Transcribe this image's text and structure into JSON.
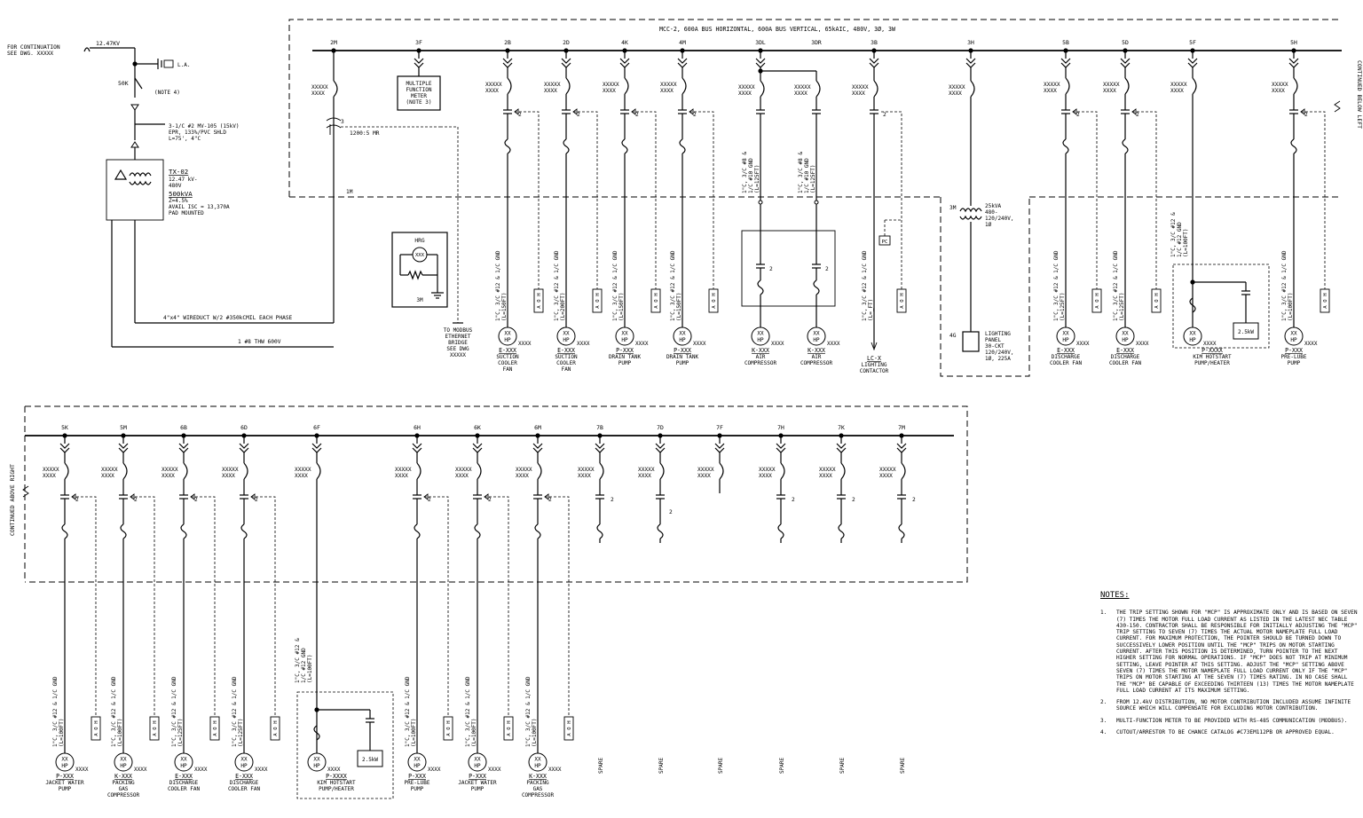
{
  "source": {
    "continuation": [
      "FOR CONTINUATION",
      "SEE DWG. XXXXX"
    ],
    "voltage": "12.47KV",
    "la": "L.A.",
    "switch": "50K",
    "note4": "(NOTE 4)",
    "cable": [
      "3-1/C #2 MV-105 (15kV)",
      "EPR, 133%/PVC SHLD",
      "L=75', 4\"C"
    ]
  },
  "transformer": {
    "tag": "TX-02",
    "lines": [
      "12.47 kV-",
      "480V"
    ],
    "kva": "500kVA",
    "specs": [
      "Z=4.5%",
      "AVAIL ISC = 13,370A",
      "PAD MOUNTED"
    ]
  },
  "wireduct": "4\"x4\" WIREDUCT W/2 #350kCMIL EACH PHASE",
  "ground": "1 #8 THW 600V",
  "hrg": {
    "label": "HRG",
    "meter": "XXX",
    "unit": "3M"
  },
  "modbus": [
    "TO MODBUS",
    "ETHERNET",
    "BRIDGE",
    "SEE DWG",
    "XXXXX"
  ],
  "mcc_title": "MCC-2, 600A BUS HORIZONTAL, 600A BUS VERTICAL, 65kAIC, 480V, 3Ø, 3W",
  "main": {
    "unit": "2M",
    "cb": [
      "XXXXX",
      "XXXX"
    ],
    "ct_num": "3",
    "ct_ratio": "1200:5 MR",
    "bus_unit": "1M"
  },
  "meter": {
    "unit": "3F",
    "lines": [
      "MULTIPLE",
      "FUNCTION",
      "METER",
      "(NOTE 3)"
    ]
  },
  "cont_below": "CONTINUED BELOW LEFT",
  "cont_above": "CONTINUED ABOVE RIGHT",
  "mcp_label": "2",
  "breaker": [
    "XXXXX",
    "XXXX"
  ],
  "motor": [
    "XX",
    "HP"
  ],
  "motor_tag": "XXXX",
  "hoa": [
    "H",
    "O",
    "A"
  ],
  "top_feeders": [
    {
      "unit": "2B",
      "cable": [
        "1\"C, 3/C #12 & 1/C GND",
        "(L=150FT)"
      ],
      "tag": "E-XXX",
      "desc": [
        "SUCTION",
        "COOLER",
        "FAN"
      ]
    },
    {
      "unit": "2D",
      "cable": [
        "1\"C, 3/C #12 & 1/C GND",
        "(L=200FT)"
      ],
      "tag": "E-XXX",
      "desc": [
        "SUCTION",
        "COOLER",
        "FAN"
      ]
    },
    {
      "unit": "4K",
      "cable": [
        "1\"C, 3/C #12 & 1/C GND",
        "(L=150FT)"
      ],
      "tag": "P-XXX",
      "desc": [
        "DRAIN TANK",
        "PUMP"
      ]
    },
    {
      "unit": "4M",
      "cable": [
        "1\"C, 3/C #12 & 1/C GND",
        "(L=150FT)"
      ],
      "tag": "P-XXX",
      "desc": [
        "DRAIN TANK",
        "PUMP"
      ]
    },
    {
      "unit": "5B",
      "cable": [
        "1\"C, 3/C #12 & 1/C GND",
        "(L=125FT)"
      ],
      "tag": "E-XXX",
      "desc": [
        "DISCHARGE",
        "COOLER FAN"
      ]
    },
    {
      "unit": "5D",
      "cable": [
        "1\"C, 3/C #12 & 1/C GND",
        "(L=125FT)"
      ],
      "tag": "E-XXX",
      "desc": [
        "DISCHARGE",
        "COOLER FAN"
      ]
    },
    {
      "unit": "5H",
      "cable": [
        "1\"C, 3/C #12 & 1/C GND",
        "(L=100FT)"
      ],
      "tag": "P-XXX",
      "desc": [
        "PRE-LUBE",
        "PUMP"
      ]
    }
  ],
  "compressors": {
    "units": [
      "3DL",
      "3DR"
    ],
    "cable": [
      "1\"C, 3/C #8 &",
      "1/C #10 GND",
      "(L=125FT)"
    ],
    "tag": "K-XXX",
    "desc": [
      "AIR",
      "COMPRESSOR"
    ]
  },
  "lighting": {
    "unit": "3B",
    "cable": [
      "1\"C, 3/C #12 & 1/C GND",
      "(L=_FT)"
    ],
    "pc": "PC",
    "tag": "LC-X",
    "desc": [
      "LIGHTING",
      "CONTACTOR"
    ]
  },
  "lighting_xfmr": {
    "unit": "3H",
    "sub": "3M",
    "lines": [
      "25kVA",
      "480-",
      "120/240V,",
      "1Ø"
    ],
    "panel_unit": "4G",
    "panel": [
      "LIGHTING",
      "PANEL",
      "30-CKT",
      "120/240V,",
      "1Ø, 225A"
    ]
  },
  "hotstart_top": {
    "unit": "5F",
    "cable": [
      "1\"C, 3/C #12 &",
      "1/C #12 GND",
      "(L=100FT)"
    ],
    "kw": "2.5kW",
    "tag": "P-XXXX",
    "desc": [
      "KIM HOTSTART",
      "PUMP/HEATER"
    ]
  },
  "bottom_feeders": [
    {
      "unit": "5K",
      "cable": [
        "1\"C, 3/C #12 & 1/C GND",
        "(L=100FT)"
      ],
      "tag": "P-XXX",
      "desc": [
        "JACKET WATER",
        "PUMP"
      ]
    },
    {
      "unit": "5M",
      "cable": [
        "1\"C, 3/C #12 & 1/C GND",
        "(L=100FT)"
      ],
      "tag": "K-XXX",
      "desc": [
        "PACKING",
        "GAS",
        "COMPRESSOR"
      ]
    },
    {
      "unit": "6B",
      "cable": [
        "1\"C, 3/C #12 & 1/C GND",
        "(L=125FT)"
      ],
      "tag": "E-XXX",
      "desc": [
        "DISCHARGE",
        "COOLER FAN"
      ]
    },
    {
      "unit": "6D",
      "cable": [
        "1\"C, 3/C #12 & 1/C GND",
        "(L=125FT)"
      ],
      "tag": "E-XXX",
      "desc": [
        "DISCHARGE",
        "COOLER FAN"
      ]
    },
    {
      "unit": "6H",
      "cable": [
        "1\"C, 3/C #12 & 1/C GND",
        "(L=100FT)"
      ],
      "tag": "P-XXX",
      "desc": [
        "PRE-LUBE",
        "PUMP"
      ]
    },
    {
      "unit": "6K",
      "cable": [
        "1\"C, 3/C #12 & 1/C GND",
        "(L=100FT)"
      ],
      "tag": "P-XXX",
      "desc": [
        "JACKET WATER",
        "PUMP"
      ]
    },
    {
      "unit": "6M",
      "cable": [
        "1\"C, 3/C #12 & 1/C GND",
        "(L=100FT)"
      ],
      "tag": "K-XXX",
      "desc": [
        "PACKING",
        "GAS",
        "COMPRESSOR"
      ]
    }
  ],
  "hotstart_bottom": {
    "unit": "6F",
    "cable": [
      "1\"C, 3/C #12 &",
      "1/C #12 GND",
      "(L=100FT)"
    ],
    "kw": "2.5kW",
    "tag": "P-XXXX",
    "desc": [
      "KIM HOTSTART",
      "PUMP/HEATER"
    ]
  },
  "spares": [
    {
      "unit": "7B",
      "label": "SPARE"
    },
    {
      "unit": "7D",
      "label": "SPARE"
    },
    {
      "unit": "7F",
      "label": "SPARE"
    },
    {
      "unit": "7H",
      "label": "SPARE"
    },
    {
      "unit": "7K",
      "label": "SPARE"
    },
    {
      "unit": "7M",
      "label": "SPARE"
    }
  ],
  "notes": {
    "title": "NOTES:",
    "items": [
      {
        "num": "1.",
        "text": "THE TRIP SETTING SHOWN FOR \"MCP\" IS APPROXIMATE ONLY AND IS BASED ON SEVEN (7) TIMES THE MOTOR FULL LOAD CURRENT AS LISTED IN THE LATEST NEC TABLE 430-150. CONTRACTOR SHALL BE RESPONSIBLE FOR INITIALLY ADJUSTING THE \"MCP\" TRIP SETTING TO SEVEN (7) TIMES THE ACTUAL MOTOR NAMEPLATE FULL LOAD CURRENT. FOR MAXIMUM PROTECTION, THE POINTER SHOULD BE TURNED DOWN TO SUCCESSIVELY LOWER POSITION UNTIL THE \"MCP\" TRIPS ON MOTOR STARTING CURRENT. AFTER THIS POSITION IS DETERMINED, TURN POINTER TO THE NEXT HIGHER SETTING FOR NORMAL OPERATIONS. IF \"MCP\" DOES NOT TRIP AT MINIMUM SETTING, LEAVE POINTER AT THIS SETTING. ADJUST THE \"MCP\" SETTING ABOVE SEVEN (7) TIMES THE MOTOR NAMEPLATE FULL LOAD CURRENT ONLY IF THE \"MCP\" TRIPS ON MOTOR STARTING AT THE SEVEN (7) TIMES RATING. IN NO CASE SHALL THE \"MCP\" BE CAPABLE OF EXCEEDING THIRTEEN (13) TIMES THE MOTOR NAMEPLATE FULL LOAD CURRENT AT ITS MAXIMUM SETTING."
      },
      {
        "num": "2.",
        "text": "FROM 12.4kV DISTRIBUTION, NO MOTOR CONTRIBUTION INCLUDED ASSUME INFINITE SOURCE WHICH WILL COMPENSATE FOR EXCLUDING MOTOR CONTRIBUTION."
      },
      {
        "num": "3.",
        "text": "MULTI-FUNCTION METER TO BE PROVIDED WITH RS-485 COMMUNICATION (MODBUS)."
      },
      {
        "num": "4.",
        "text": "CUTOUT/ARRESTOR TO BE CHANCE CATALOG #C73EM112PB OR APPROVED EQUAL."
      }
    ]
  }
}
